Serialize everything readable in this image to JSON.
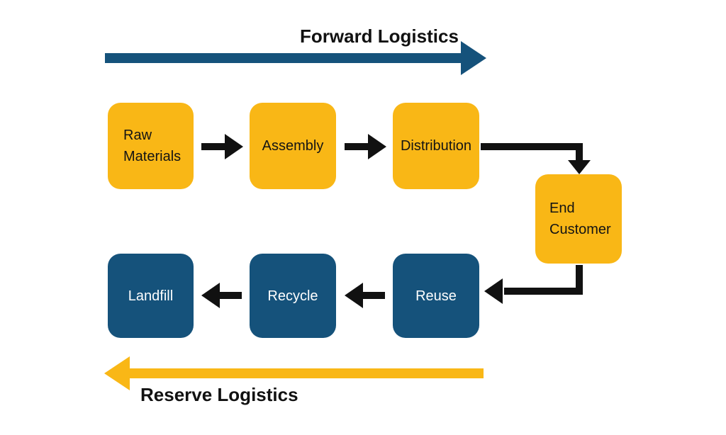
{
  "titles": {
    "forward": "Forward Logistics",
    "reverse": "Reserve Logistics"
  },
  "forward_chain": {
    "nodes": [
      {
        "label": "Raw Materials"
      },
      {
        "label": "Assembly"
      },
      {
        "label": "Distribution"
      },
      {
        "label": "End Customer"
      }
    ]
  },
  "reverse_chain": {
    "nodes": [
      {
        "label": "Reuse"
      },
      {
        "label": "Recycle"
      },
      {
        "label": "Landfill"
      }
    ]
  },
  "colors": {
    "background": "#FFFFFF",
    "forward_node_fill": "#F9B716",
    "reverse_node_fill": "#15527B",
    "forward_arrow": "#15527B",
    "reverse_arrow": "#F9B716",
    "connector": "#111111"
  }
}
